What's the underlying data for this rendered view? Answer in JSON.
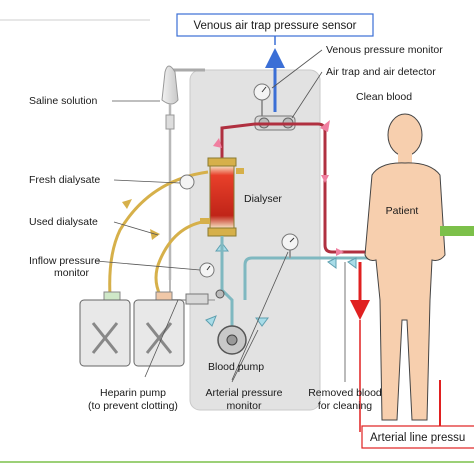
{
  "labels": {
    "venous_sensor": "Venous air trap pressure sensor",
    "venous_monitor": "Venous pressure monitor",
    "air_trap": "Air trap and air detector",
    "clean_blood": "Clean blood",
    "saline": "Saline solution",
    "fresh_dialysate": "Fresh dialysate",
    "used_dialysate": "Used dialysate",
    "dialyser": "Dialyser",
    "inflow_line1": "Inflow pressure",
    "inflow_line2": "monitor",
    "patient": "Patient",
    "blood_pump": "Blood pump",
    "heparin_line1": "Heparin pump",
    "heparin_line2": "(to prevent clotting)",
    "arterial_monitor_line1": "Arterial pressure",
    "arterial_monitor_line2": "monitor",
    "removed_line1": "Removed blood",
    "removed_line2": "for cleaning",
    "arterial_sensor": "Arterial line pressu"
  },
  "colors": {
    "venous_arrow": "#3b6fd6",
    "arterial_arrow": "#e02020",
    "clean_blood_line": "#b03040",
    "removed_blood_line": "#7fb8c0",
    "dialysate_line": "#d6b04a",
    "dialyser_fill": "#e8402a",
    "patient_skin": "#f7cfae",
    "green_line": "#7cc04a",
    "machine_panel": "#dcdcdc"
  }
}
